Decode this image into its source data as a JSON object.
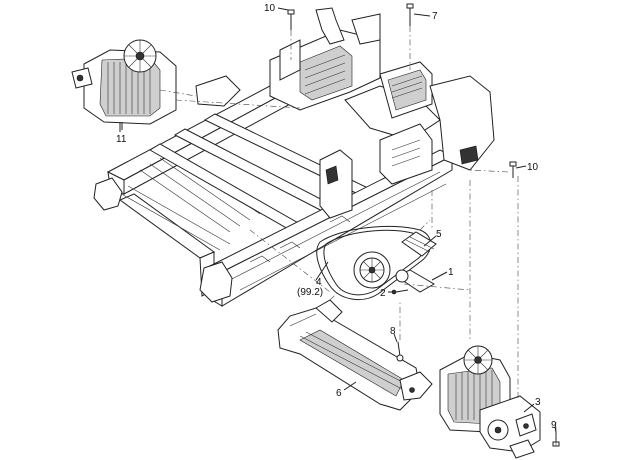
{
  "callouts": [
    {
      "id": "c10a",
      "label": "10"
    },
    {
      "id": "c7",
      "label": "7"
    },
    {
      "id": "c11",
      "label": "11"
    },
    {
      "id": "c10b",
      "label": "10"
    },
    {
      "id": "c5",
      "label": "5"
    },
    {
      "id": "c1",
      "label": "1"
    },
    {
      "id": "c4",
      "label": "4"
    },
    {
      "id": "c4sub",
      "label": "(99.2)"
    },
    {
      "id": "c2",
      "label": "2"
    },
    {
      "id": "c8",
      "label": "8"
    },
    {
      "id": "c6",
      "label": "6"
    },
    {
      "id": "c3",
      "label": "3"
    },
    {
      "id": "c9",
      "label": "9"
    }
  ]
}
